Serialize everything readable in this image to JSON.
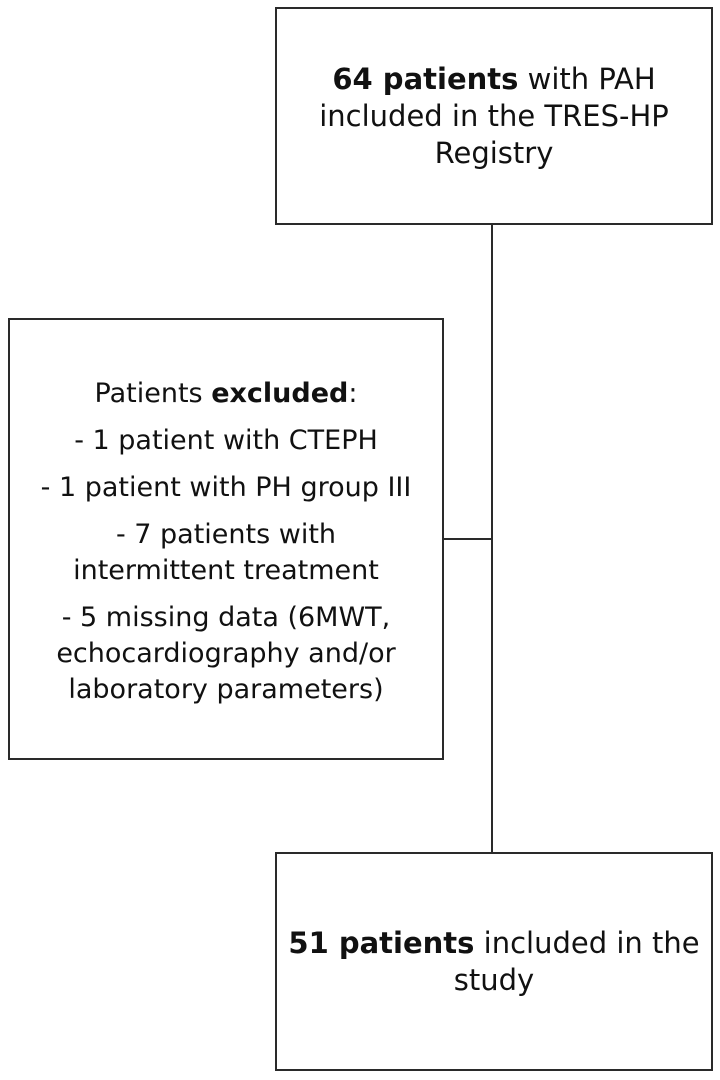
{
  "top_box": {
    "line1_bold": "64 patients",
    "line1_rest": " with PAH",
    "line2": "included in the TRES-HP",
    "line3": "Registry"
  },
  "excluded_box": {
    "title_prefix": "Patients ",
    "title_bold": "excluded",
    "title_suffix": ":",
    "items": [
      {
        "lines": [
          "- 1 patient with CTEPH"
        ]
      },
      {
        "lines": [
          "- 1 patient with PH group III"
        ]
      },
      {
        "lines": [
          "- 7 patients with",
          "intermittent treatment"
        ]
      },
      {
        "lines": [
          "- 5 missing data (6MWT,",
          "echocardiography and/or",
          "laboratory parameters)"
        ]
      }
    ]
  },
  "bottom_box": {
    "line1_bold": "51 patients",
    "line1_rest": " included in the",
    "line2": "study"
  },
  "colors": {
    "border": "#2a2a2a",
    "text": "#111111",
    "background": "#ffffff"
  }
}
